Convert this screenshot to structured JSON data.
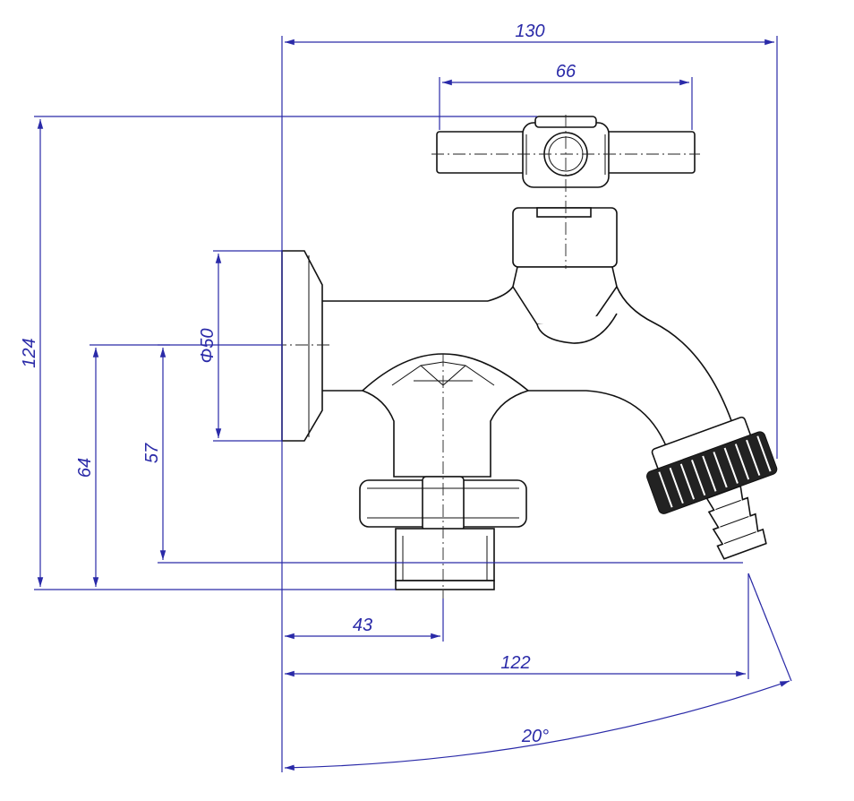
{
  "dimensions": {
    "overall_width": "130",
    "handle_width": "66",
    "overall_height": "124",
    "flange_diameter": "50",
    "outlet_height_lower": "64",
    "outlet_height_upper": "57",
    "lower_outlet_offset": "43",
    "hose_outlet_offset": "122",
    "spout_angle": "20°"
  },
  "colors": {
    "dimension_lines": "#2a2aa8",
    "part_outline": "#111111"
  }
}
